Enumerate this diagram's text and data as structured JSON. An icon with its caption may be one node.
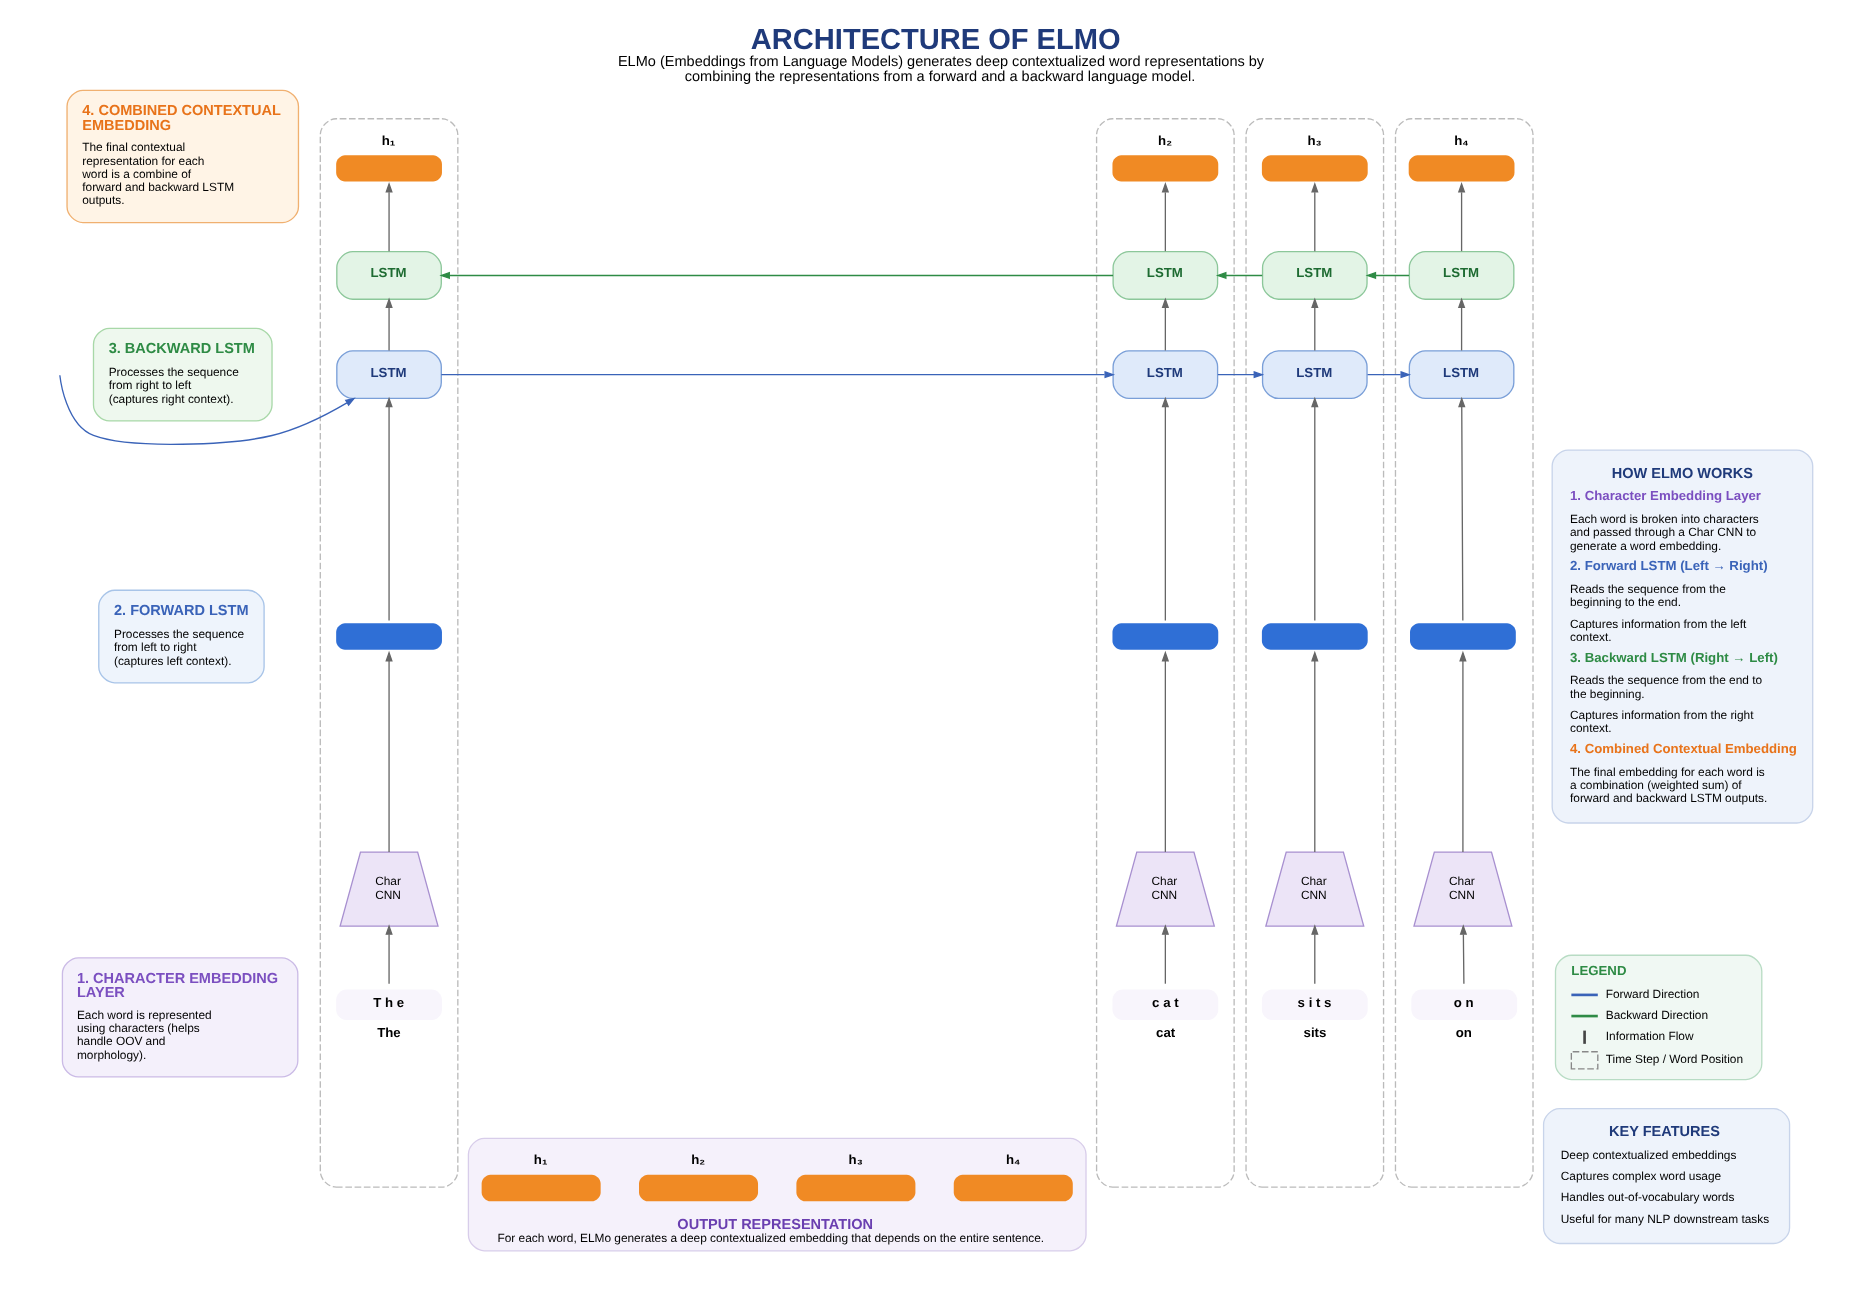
{
  "diagram": {
    "title": "ARCHITECTURE OF ELMO",
    "caption": "ELMo (Embeddings from Language Models) generates deep contextualized word representations by combining the representations from a forward and a backward language model.",
    "nodes": [
      {
        "text": [
          "4. COMBINED CONTEXTUAL EMBEDDING",
          "The final contextual representation for each word is a combine of forward and backward LSTM outputs."
        ]
      },
      {
        "text": [
          "3. BACKWARD LSTM",
          "Processes the sequence from right to left (captures right context)."
        ]
      },
      {
        "text": [
          "2. FORWARD LSTM",
          "Processes the sequence from left to right (captures left context)."
        ]
      },
      {
        "text": [
          "1. CHARACTER EMBEDDING LAYER",
          "Each word is represented using characters (helps handle OOV and morphology)."
        ]
      },
      {
        "text": [],
        "shape": "box"
      },
      {
        "text": [],
        "shape": "bar",
        "beside": [
          "h₁"
        ],
        "in": 4
      },
      {
        "text": [
          "LSTM"
        ],
        "in": 4
      },
      {
        "text": [
          "LSTM"
        ],
        "in": 4
      },
      {
        "text": [],
        "shape": "bar",
        "in": 4
      },
      {
        "text": [
          "Char CNN"
        ],
        "in": 4
      },
      {
        "text": [
          "T h e"
        ],
        "beside": [
          "The"
        ],
        "in": 4
      },
      {
        "text": [],
        "shape": "box"
      },
      {
        "text": [],
        "shape": "bar",
        "beside": [
          "h₂"
        ],
        "in": 11
      },
      {
        "text": [
          "LSTM"
        ],
        "in": 11
      },
      {
        "text": [
          "LSTM"
        ],
        "in": 11
      },
      {
        "text": [],
        "shape": "bar",
        "in": 11
      },
      {
        "text": [
          "Char CNN"
        ],
        "in": 11
      },
      {
        "text": [
          "c a t"
        ],
        "beside": [
          "cat"
        ],
        "in": 11
      },
      {
        "text": [],
        "shape": "box"
      },
      {
        "text": [],
        "shape": "bar",
        "beside": [
          "h₃"
        ],
        "in": 18
      },
      {
        "text": [
          "LSTM"
        ],
        "in": 18
      },
      {
        "text": [
          "LSTM"
        ],
        "in": 18
      },
      {
        "text": [],
        "shape": "bar",
        "in": 18
      },
      {
        "text": [
          "Char CNN"
        ],
        "in": 18
      },
      {
        "text": [
          "s i t s"
        ],
        "beside": [
          "sits"
        ],
        "in": 18
      },
      {
        "text": [],
        "shape": "box"
      },
      {
        "text": [],
        "shape": "bar",
        "beside": [
          "h₄"
        ],
        "in": 25
      },
      {
        "text": [
          "LSTM"
        ],
        "in": 25
      },
      {
        "text": [
          "LSTM"
        ],
        "in": 25
      },
      {
        "text": [],
        "shape": "bar",
        "in": 25
      },
      {
        "text": [
          "Char CNN"
        ],
        "in": 25
      },
      {
        "text": [
          "o n"
        ],
        "beside": [
          "on"
        ],
        "in": 25
      },
      {
        "text": [
          "HOW ELMO WORKS",
          "1. Character Embedding Layer",
          "Each word is broken into characters and passed through a Char CNN to generate a word embedding.",
          "2. Forward LSTM (Left → Right)",
          "Reads the sequence from the beginning to the end.",
          "Captures information from the left context.",
          "3. Backward LSTM (Right → Left)",
          "Reads the sequence from the end to the beginning.",
          "Captures information from the right context.",
          "4. Combined Contextual Embedding",
          "The final embedding for each word is a combination (weighted sum) of forward and backward LSTM outputs."
        ]
      },
      {
        "text": [
          "OUTPUT REPRESENTATION",
          "For each word, ELMo generates a deep contextualized embedding that depends on the entire sentence."
        ]
      },
      {
        "text": [],
        "shape": "bar",
        "beside": [
          "h₁"
        ],
        "in": 33
      },
      {
        "text": [],
        "shape": "bar",
        "beside": [
          "h₂"
        ],
        "in": 33
      },
      {
        "text": [],
        "shape": "bar",
        "beside": [
          "h₃"
        ],
        "in": 33
      },
      {
        "text": [],
        "shape": "bar",
        "beside": [
          "h₄"
        ],
        "in": 33
      },
      {
        "text": [
          "KEY FEATURES",
          "Deep contextualized embeddings",
          "Captures complex word usage",
          "Handles out-of-vocabulary words",
          "Useful for many NLP downstream tasks"
        ]
      }
    ],
    "edges": [
      {
        "from": 10,
        "to": 9,
        "arrow": "to"
      },
      {
        "from": 9,
        "to": 8,
        "arrow": "to"
      },
      {
        "from": 8,
        "to": 6,
        "arrow": "to"
      },
      {
        "from": 6,
        "to": 7,
        "arrow": "to"
      },
      {
        "from": 7,
        "to": 5,
        "arrow": "to"
      },
      {
        "from": 17,
        "to": 16,
        "arrow": "to"
      },
      {
        "from": 16,
        "to": 15,
        "arrow": "to"
      },
      {
        "from": 15,
        "to": 13,
        "arrow": "to"
      },
      {
        "from": 13,
        "to": 14,
        "arrow": "to"
      },
      {
        "from": 14,
        "to": 12,
        "arrow": "to"
      },
      {
        "from": 24,
        "to": 23,
        "arrow": "to"
      },
      {
        "from": 23,
        "to": 22,
        "arrow": "to"
      },
      {
        "from": 22,
        "to": 20,
        "arrow": "to"
      },
      {
        "from": 20,
        "to": 21,
        "arrow": "to"
      },
      {
        "from": 21,
        "to": 19,
        "arrow": "to"
      },
      {
        "from": 31,
        "to": 30,
        "arrow": "to"
      },
      {
        "from": 30,
        "to": 29,
        "arrow": "to"
      },
      {
        "from": 29,
        "to": 27,
        "arrow": "to"
      },
      {
        "from": 27,
        "to": 28,
        "arrow": "to"
      },
      {
        "from": 28,
        "to": 26,
        "arrow": "to"
      },
      {
        "from": null,
        "to": 6,
        "arrow": "to",
        "color": "#3a63b8"
      },
      {
        "from": 6,
        "to": 13,
        "arrow": "to",
        "color": "#3a63b8"
      },
      {
        "from": 13,
        "to": 20,
        "arrow": "to",
        "color": "#3a63b8"
      },
      {
        "from": 20,
        "to": 27,
        "arrow": "to",
        "color": "#3a63b8"
      },
      {
        "from": 28,
        "to": 21,
        "arrow": "to",
        "color": "#2e8b45"
      },
      {
        "from": 21,
        "to": 14,
        "arrow": "to",
        "color": "#2e8b45"
      },
      {
        "from": 14,
        "to": 7,
        "arrow": "to",
        "color": "#2e8b45"
      }
    ],
    "labels": [
      "LEGEND"
    ],
    "legend": [
      {
        "text": "Forward Direction"
      },
      {
        "text": "Backward Direction"
      },
      {
        "text": "Information Flow"
      },
      {
        "text": "Time Step / Word Position"
      }
    ]
  }
}
